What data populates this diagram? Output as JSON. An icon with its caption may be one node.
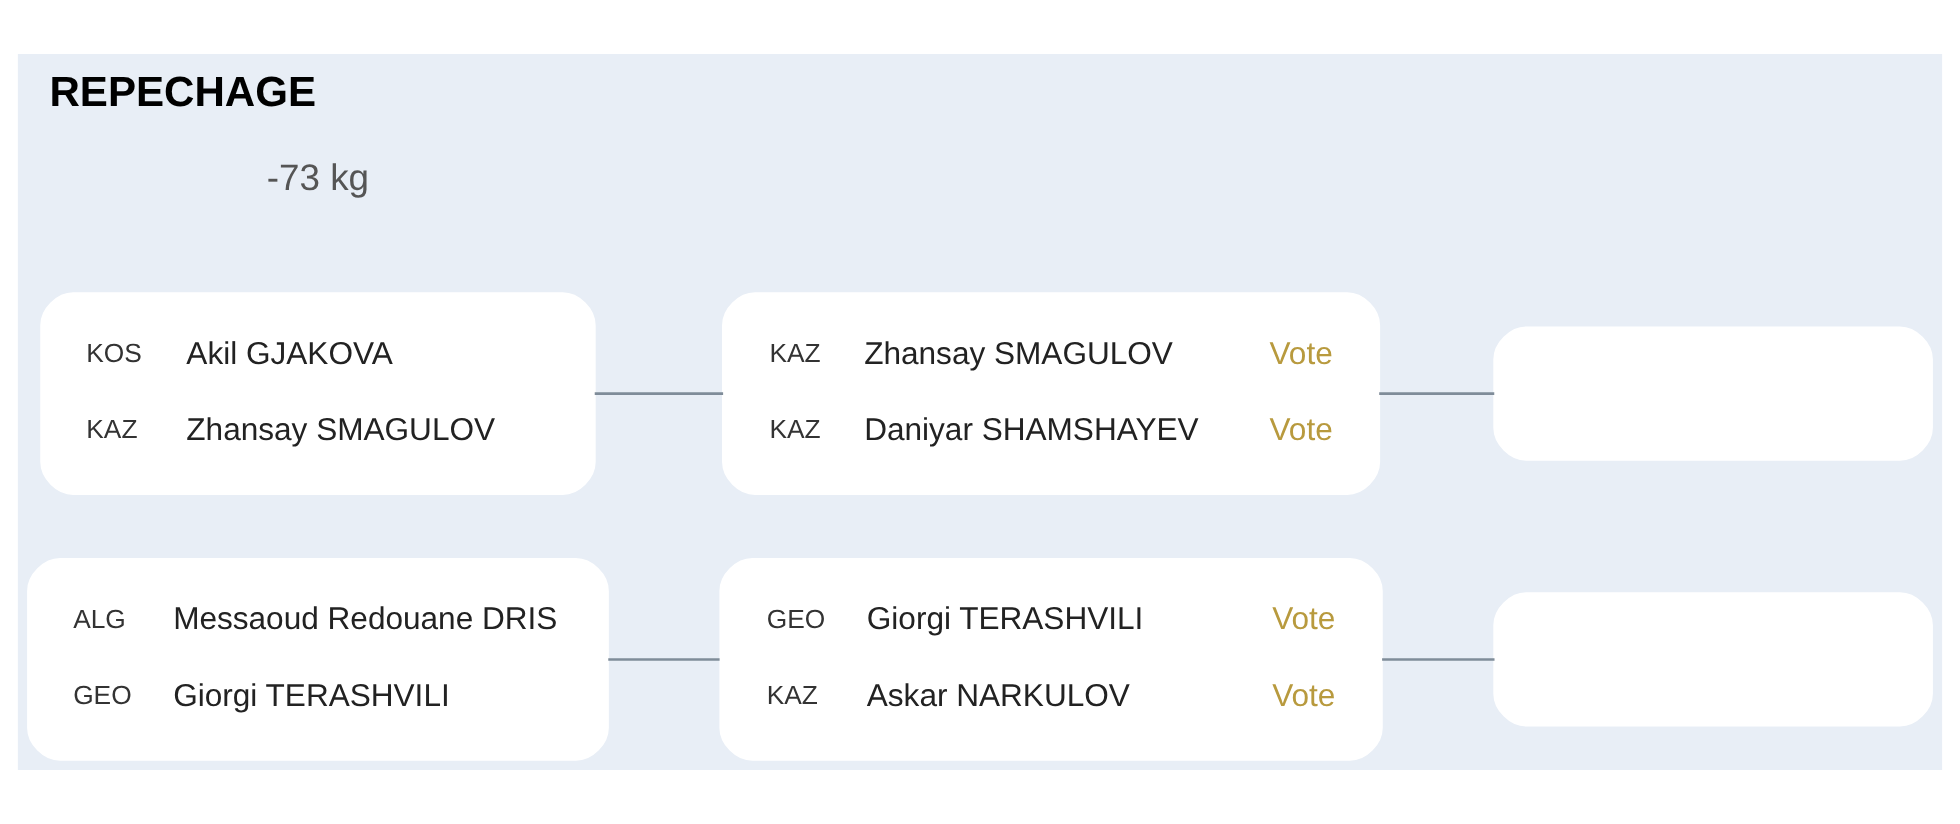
{
  "diagram": {
    "title": "REPECHAGE",
    "nodes": [
      {
        "text": [
          "KOS",
          "Akil GJAKOVA",
          "KAZ",
          "Zhansay SMAGULOV"
        ]
      },
      {
        "text": [
          "ALG",
          "Messaoud Redouane DRIS",
          "GEO",
          "Giorgi TERASHVILI"
        ]
      },
      {
        "text": [
          "KAZ",
          "Zhansay SMAGULOV",
          "Vote",
          "KAZ",
          "Daniyar SHAMSHAYEV",
          "Vote"
        ]
      },
      {
        "text": [
          "GEO",
          "Giorgi TERASHVILI",
          "Vote",
          "KAZ",
          "Askar NARKULOV",
          "Vote"
        ]
      },
      {
        "text": [],
        "shape": "box"
      },
      {
        "text": [],
        "shape": "box"
      }
    ],
    "edges": [
      {
        "from": 0,
        "to": 2,
        "arrow": "none"
      },
      {
        "from": 1,
        "to": 3,
        "arrow": "none"
      },
      {
        "from": 2,
        "to": 4,
        "arrow": "none"
      },
      {
        "from": 3,
        "to": 5,
        "arrow": "none"
      }
    ],
    "labels": [
      "-73 kg"
    ]
  }
}
